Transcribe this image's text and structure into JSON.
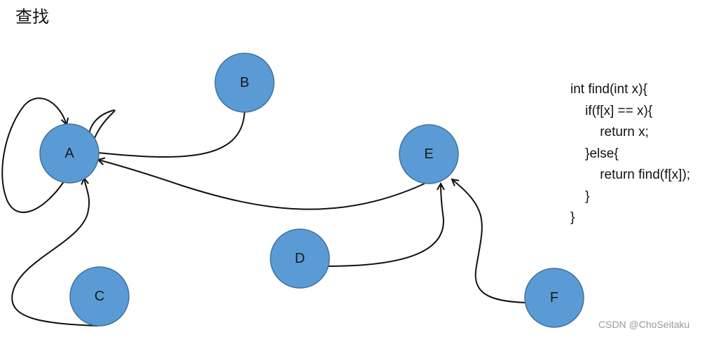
{
  "page": {
    "title": "查找",
    "watermark": "CSDN @ChoSeitaku"
  },
  "colors": {
    "node_fill": "#5b9bd5",
    "node_stroke": "#41719c",
    "edge": "#111111"
  },
  "nodes": [
    {
      "id": "A",
      "label": "A"
    },
    {
      "id": "B",
      "label": "B"
    },
    {
      "id": "C",
      "label": "C"
    },
    {
      "id": "D",
      "label": "D"
    },
    {
      "id": "E",
      "label": "E"
    },
    {
      "id": "F",
      "label": "F"
    }
  ],
  "edges": [
    {
      "from": "A",
      "to": "A"
    },
    {
      "from": "B",
      "to": "A"
    },
    {
      "from": "C",
      "to": "A"
    },
    {
      "from": "E",
      "to": "A"
    },
    {
      "from": "D",
      "to": "E"
    },
    {
      "from": "F",
      "to": "E"
    }
  ],
  "code": [
    "int find(int x){",
    "    if(f[x] == x){",
    "        return x;",
    "    }else{",
    "        return find(f[x]);",
    "    }",
    "}"
  ]
}
